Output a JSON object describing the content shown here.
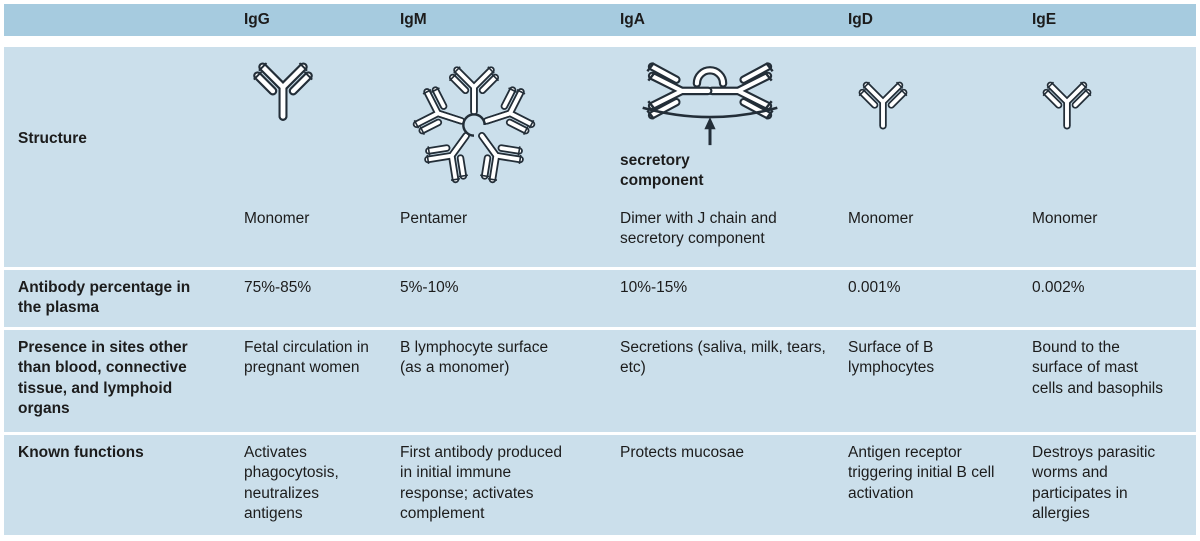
{
  "table": {
    "columns": [
      "IgG",
      "IgM",
      "IgA",
      "IgD",
      "IgE"
    ],
    "structure": {
      "label": "Structure",
      "annotation": "secretory component",
      "types": [
        "Monomer",
        "Pentamer",
        "Dimer with J chain and secretory component",
        "Monomer",
        "Monomer"
      ]
    },
    "percentage": {
      "label": "Antibody percentage in the plasma",
      "values": [
        "75%-85%",
        "5%-10%",
        "10%-15%",
        "0.001%",
        "0.002%"
      ]
    },
    "presence": {
      "label": "Presence in sites other than blood, connective tissue, and lymphoid organs",
      "values": [
        "Fetal circulation in pregnant women",
        "B lymphocyte surface (as a monomer)",
        "Secretions (saliva, milk, tears, etc)",
        "Surface of B lymphocytes",
        "Bound to the surface of mast cells and basophils"
      ]
    },
    "functions": {
      "label": "Known functions",
      "values": [
        "Activates phagocytosis, neutralizes antigens",
        "First antibody produced in initial immune response; activates complement",
        "Protects mucosae",
        "Antigen receptor triggering initial B cell activation",
        "Destroys parasitic worms and participates in allergies"
      ]
    }
  },
  "colors": {
    "header_bg": "#a6cbdf",
    "body_bg": "#cbdfeb",
    "separator": "#ffffff",
    "text": "#1c1c1c",
    "drawing_stroke": "#232e38"
  }
}
